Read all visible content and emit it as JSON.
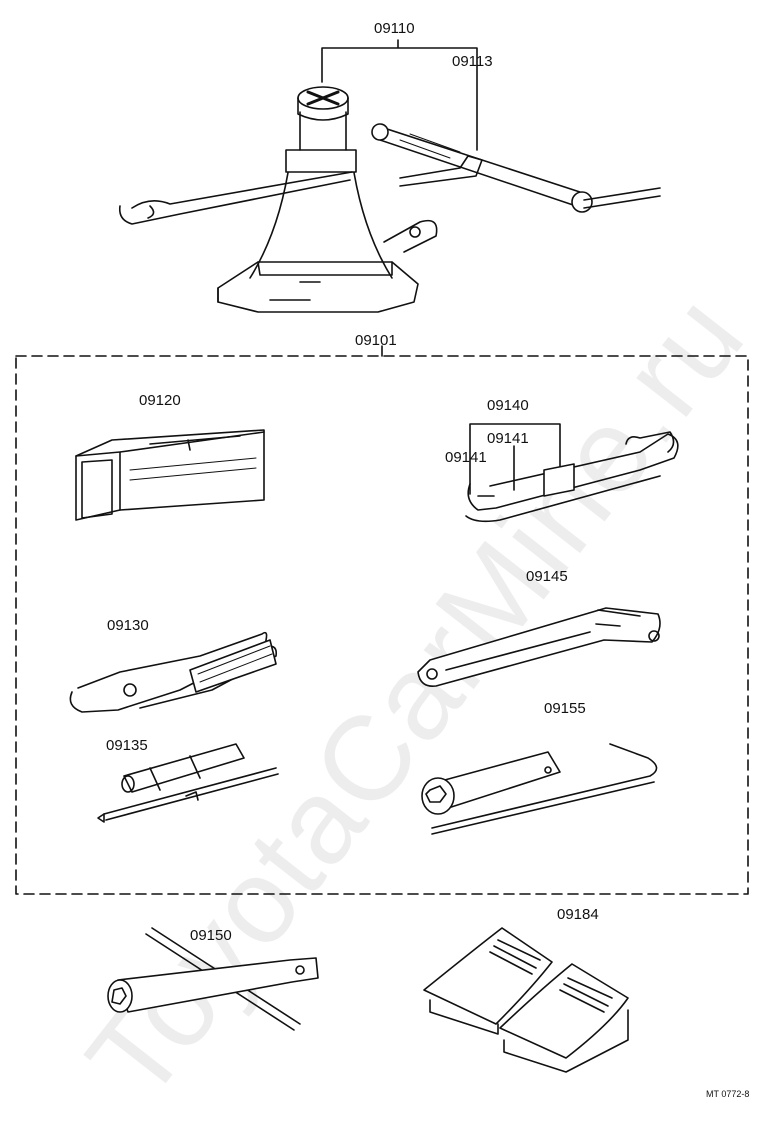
{
  "labels": {
    "p09110": "09110",
    "p09113": "09113",
    "p09101": "09101",
    "p09120": "09120",
    "p09140": "09140",
    "p09141a": "09141",
    "p09141b": "09141",
    "p09145": "09145",
    "p09130": "09130",
    "p09155": "09155",
    "p09135": "09135",
    "p09150": "09150",
    "p09184": "09184"
  },
  "watermark": "ToyotaCarMine.ru",
  "figure_code": "MT 0772-8"
}
